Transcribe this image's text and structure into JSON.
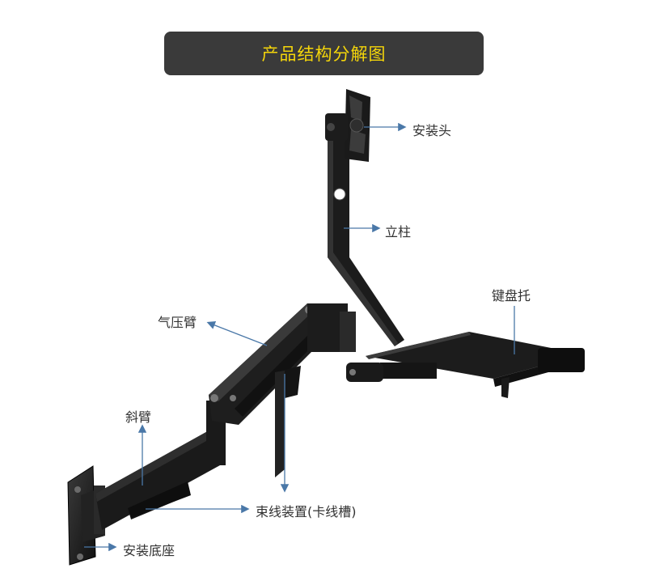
{
  "title": "产品结构分解图",
  "colors": {
    "title_bg": "#3a3a3a",
    "title_text": "#f5d60a",
    "callout": "#4a78a8",
    "metal": "#1c1c1c",
    "label": "#333333"
  },
  "labels": {
    "mount_head": "安装头",
    "pole": "立柱",
    "keyboard_tray": "键盘托",
    "gas_arm": "气压臂",
    "slant_arm": "斜臂",
    "cable_mgmt": "束线装置(卡线槽)",
    "base": "安装底座"
  }
}
